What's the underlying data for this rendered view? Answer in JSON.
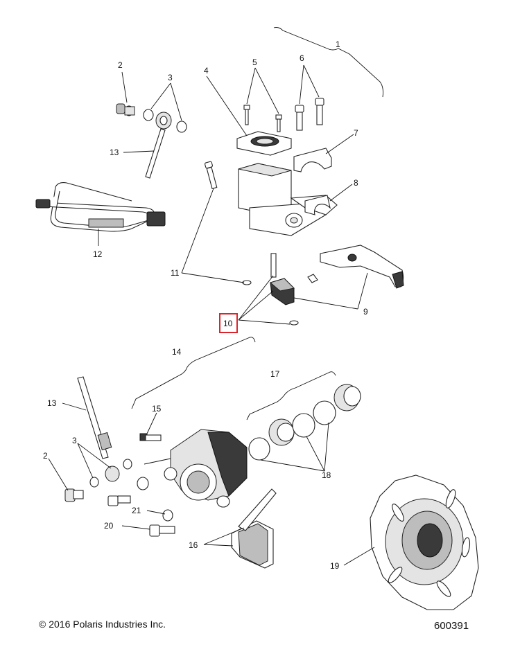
{
  "callouts": {
    "c1": "1",
    "c2a": "2",
    "c3a": "3",
    "c4": "4",
    "c5": "5",
    "c6": "6",
    "c7": "7",
    "c8": "8",
    "c9": "9",
    "c10": "10",
    "c11": "11",
    "c12": "12",
    "c13a": "13",
    "c14": "14",
    "c15": "15",
    "c16": "16",
    "c17": "17",
    "c18": "18",
    "c19": "19",
    "c20": "20",
    "c21": "21",
    "c13b": "13",
    "c3b": "3",
    "c2b": "2"
  },
  "highlight": {
    "callout": "10",
    "color": "#d9262e"
  },
  "footer": {
    "copyright": "© 2016 Polaris Industries Inc.",
    "figure_id": "600391"
  }
}
